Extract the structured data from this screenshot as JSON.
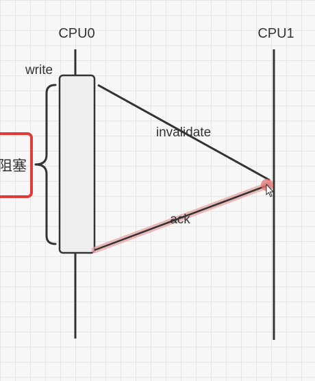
{
  "diagram": {
    "cpu0_label": "CPU0",
    "cpu1_label": "CPU1",
    "write_label": "write",
    "invalidate_label": "invalidate",
    "ack_label": "ack",
    "blocked_label": "阻塞",
    "colors": {
      "line": "#333333",
      "text": "#333333",
      "box_fill": "#efefef",
      "highlight_border": "#e53935",
      "ack_glow": "#e8a4a4",
      "cursor_dot": "#e57373"
    }
  }
}
